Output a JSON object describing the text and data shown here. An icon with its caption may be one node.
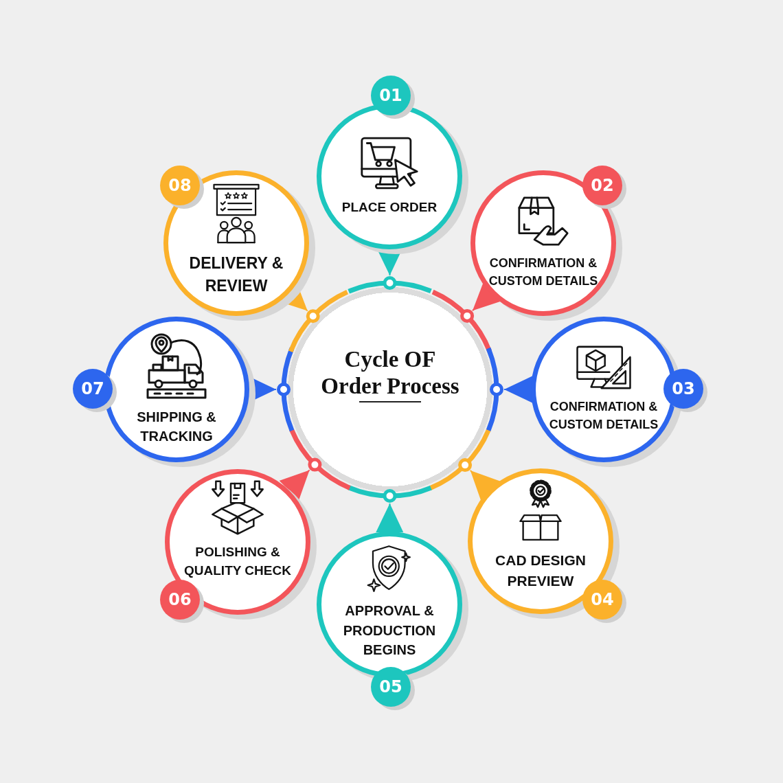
{
  "diagram": {
    "nodes": [
      {
        "text": [
          "Cycle OF Order Process"
        ]
      },
      {
        "text": [
          "01"
        ]
      },
      {
        "text": [
          "PLACE ORDER"
        ]
      },
      {
        "text": [
          "02"
        ]
      },
      {
        "text": [
          "CONFIRMATION & CUSTOM DETAILS"
        ]
      },
      {
        "text": [
          "03"
        ]
      },
      {
        "text": [
          "CONFIRMATION & CUSTOM DETAILS"
        ]
      },
      {
        "text": [
          "04"
        ]
      },
      {
        "text": [
          "CAD DESIGN PREVIEW"
        ]
      },
      {
        "text": [
          "05"
        ]
      },
      {
        "text": [
          "APPROVAL & PRODUCTION BEGINS"
        ]
      },
      {
        "text": [
          "06"
        ]
      },
      {
        "text": [
          "POLISHING & QUALITY CHECK"
        ]
      },
      {
        "text": [
          "07"
        ]
      },
      {
        "text": [
          "SHIPPING & TRACKING"
        ]
      },
      {
        "text": [
          "08"
        ]
      },
      {
        "text": [
          "DELIVERY & REVIEW"
        ]
      }
    ],
    "edges": [
      {
        "from": 2,
        "to": 0,
        "arrow": "to",
        "color": "#1dc6be"
      },
      {
        "from": 4,
        "to": 0,
        "arrow": "to",
        "color": "#f3555a"
      },
      {
        "from": 6,
        "to": 0,
        "arrow": "to",
        "color": "#2d66ee"
      },
      {
        "from": 8,
        "to": 0,
        "arrow": "to",
        "color": "#fbb12b"
      },
      {
        "from": 10,
        "to": 0,
        "arrow": "to",
        "color": "#1dc6be"
      },
      {
        "from": 12,
        "to": 0,
        "arrow": "to",
        "color": "#f3555a"
      },
      {
        "from": 14,
        "to": 0,
        "arrow": "to",
        "color": "#2d66ee"
      },
      {
        "from": 16,
        "to": 0,
        "arrow": "to",
        "color": "#fbb12b"
      }
    ]
  }
}
